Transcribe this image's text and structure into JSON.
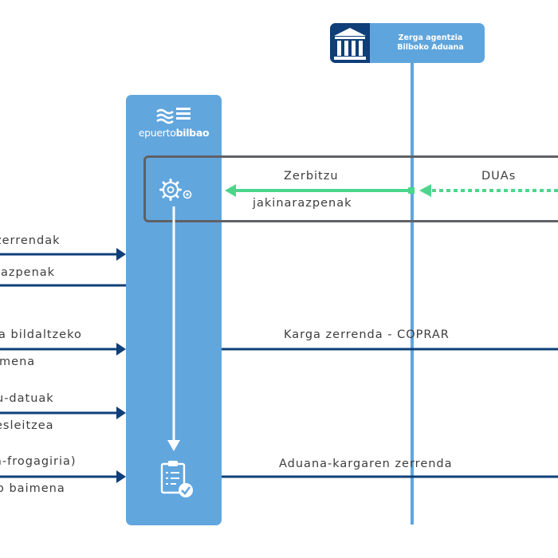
{
  "agency": {
    "name_line1": "Zerga agentzia",
    "name_line2": "Bilboko Aduana"
  },
  "port_system": {
    "brand_prefix": "epuerto",
    "brand_suffix": "bilbao"
  },
  "center_messages": {
    "service_line1": "Zerbitzu",
    "service_line2": "jakinarazpenak",
    "duas": "DUAs",
    "coprar": "Karga zerrenda - COPRAR",
    "customs_list": "Aduana-kargaren zerrenda"
  },
  "left_messages": [
    {
      "line1": "zerrendak",
      "line2": ""
    },
    {
      "line1": "razpenak",
      "line2": ""
    },
    {
      "line1": "a bildaltzeko",
      "line2": "imena"
    },
    {
      "line1": "u-datuak",
      "line2": "esleitzea"
    },
    {
      "line1": "a-frogagiria)",
      "line2": "o baimena"
    }
  ],
  "colors": {
    "dark_blue": "#0e3f79",
    "light_blue": "#5fa5dd",
    "panel_blue": "#62a6de",
    "green": "#4bd68c",
    "box_border": "#5f6166",
    "text": "#3d3d3d"
  },
  "icons": {
    "agency": "government-building-icon",
    "brand": "waves-logo-icon",
    "process": "gears-icon",
    "document": "clipboard-check-icon"
  }
}
